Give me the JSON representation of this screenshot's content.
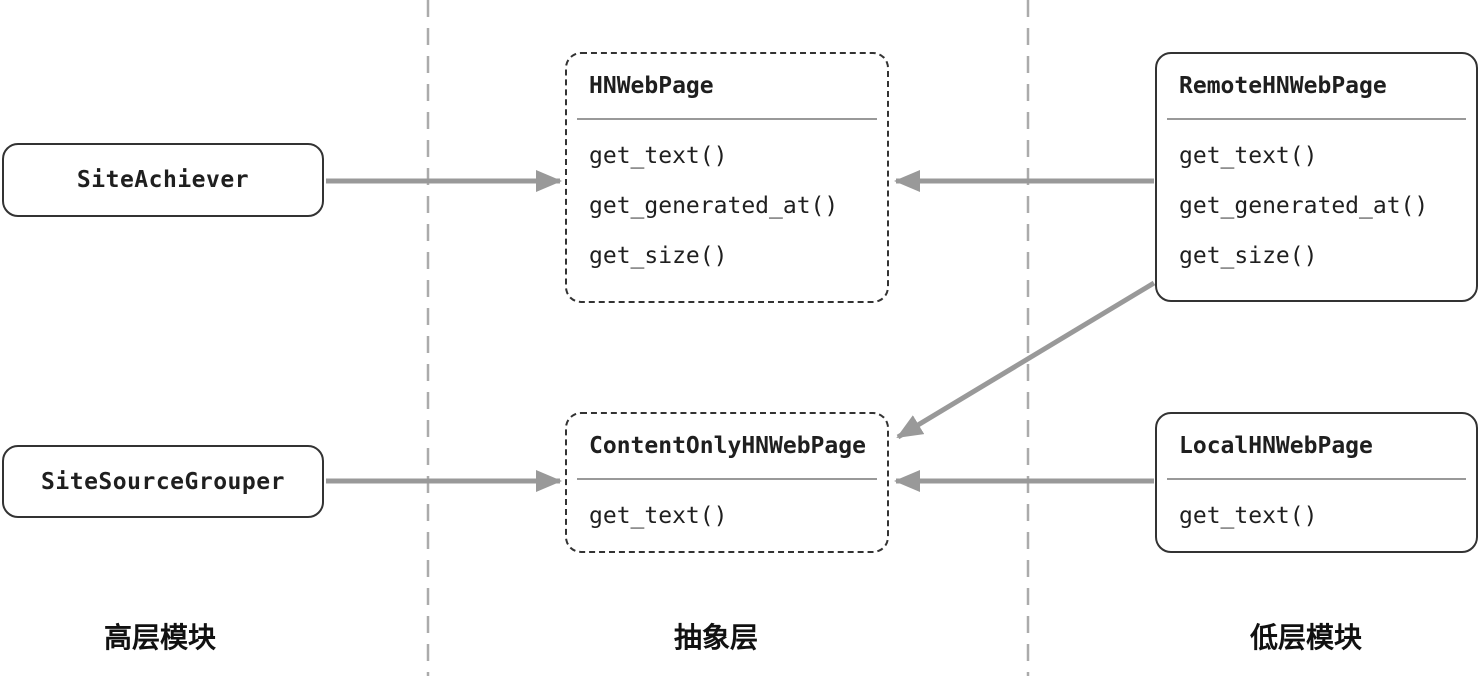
{
  "columns": {
    "high_level": {
      "label": "高层模块"
    },
    "abstraction": {
      "label": "抽象层"
    },
    "low_level": {
      "label": "低层模块"
    }
  },
  "modules": {
    "site_achiever": {
      "name": "SiteAchiever"
    },
    "site_source_grouper": {
      "name": "SiteSourceGrouper"
    }
  },
  "classes": {
    "hn_web_page": {
      "name": "HNWebPage",
      "border_style": "dashed",
      "methods": [
        "get_text()",
        "get_generated_at()",
        "get_size()"
      ]
    },
    "content_only_hn_web_page": {
      "name": "ContentOnlyHNWebPage",
      "border_style": "dashed",
      "methods": [
        "get_text()"
      ]
    },
    "remote_hn_web_page": {
      "name": "RemoteHNWebPage",
      "border_style": "solid",
      "methods": [
        "get_text()",
        "get_generated_at()",
        "get_size()"
      ]
    },
    "local_hn_web_page": {
      "name": "LocalHNWebPage",
      "border_style": "solid",
      "methods": [
        "get_text()"
      ]
    }
  },
  "relations": [
    {
      "from": "SiteAchiever",
      "to": "HNWebPage"
    },
    {
      "from": "RemoteHNWebPage",
      "to": "HNWebPage"
    },
    {
      "from": "RemoteHNWebPage",
      "to": "ContentOnlyHNWebPage"
    },
    {
      "from": "SiteSourceGrouper",
      "to": "ContentOnlyHNWebPage"
    },
    {
      "from": "LocalHNWebPage",
      "to": "ContentOnlyHNWebPage"
    }
  ],
  "colors": {
    "arrow": "#999999",
    "box_border": "#333333",
    "divider": "#ababab",
    "separator": "#999999",
    "text": "#1f1f1f",
    "background": "#ffffff"
  }
}
